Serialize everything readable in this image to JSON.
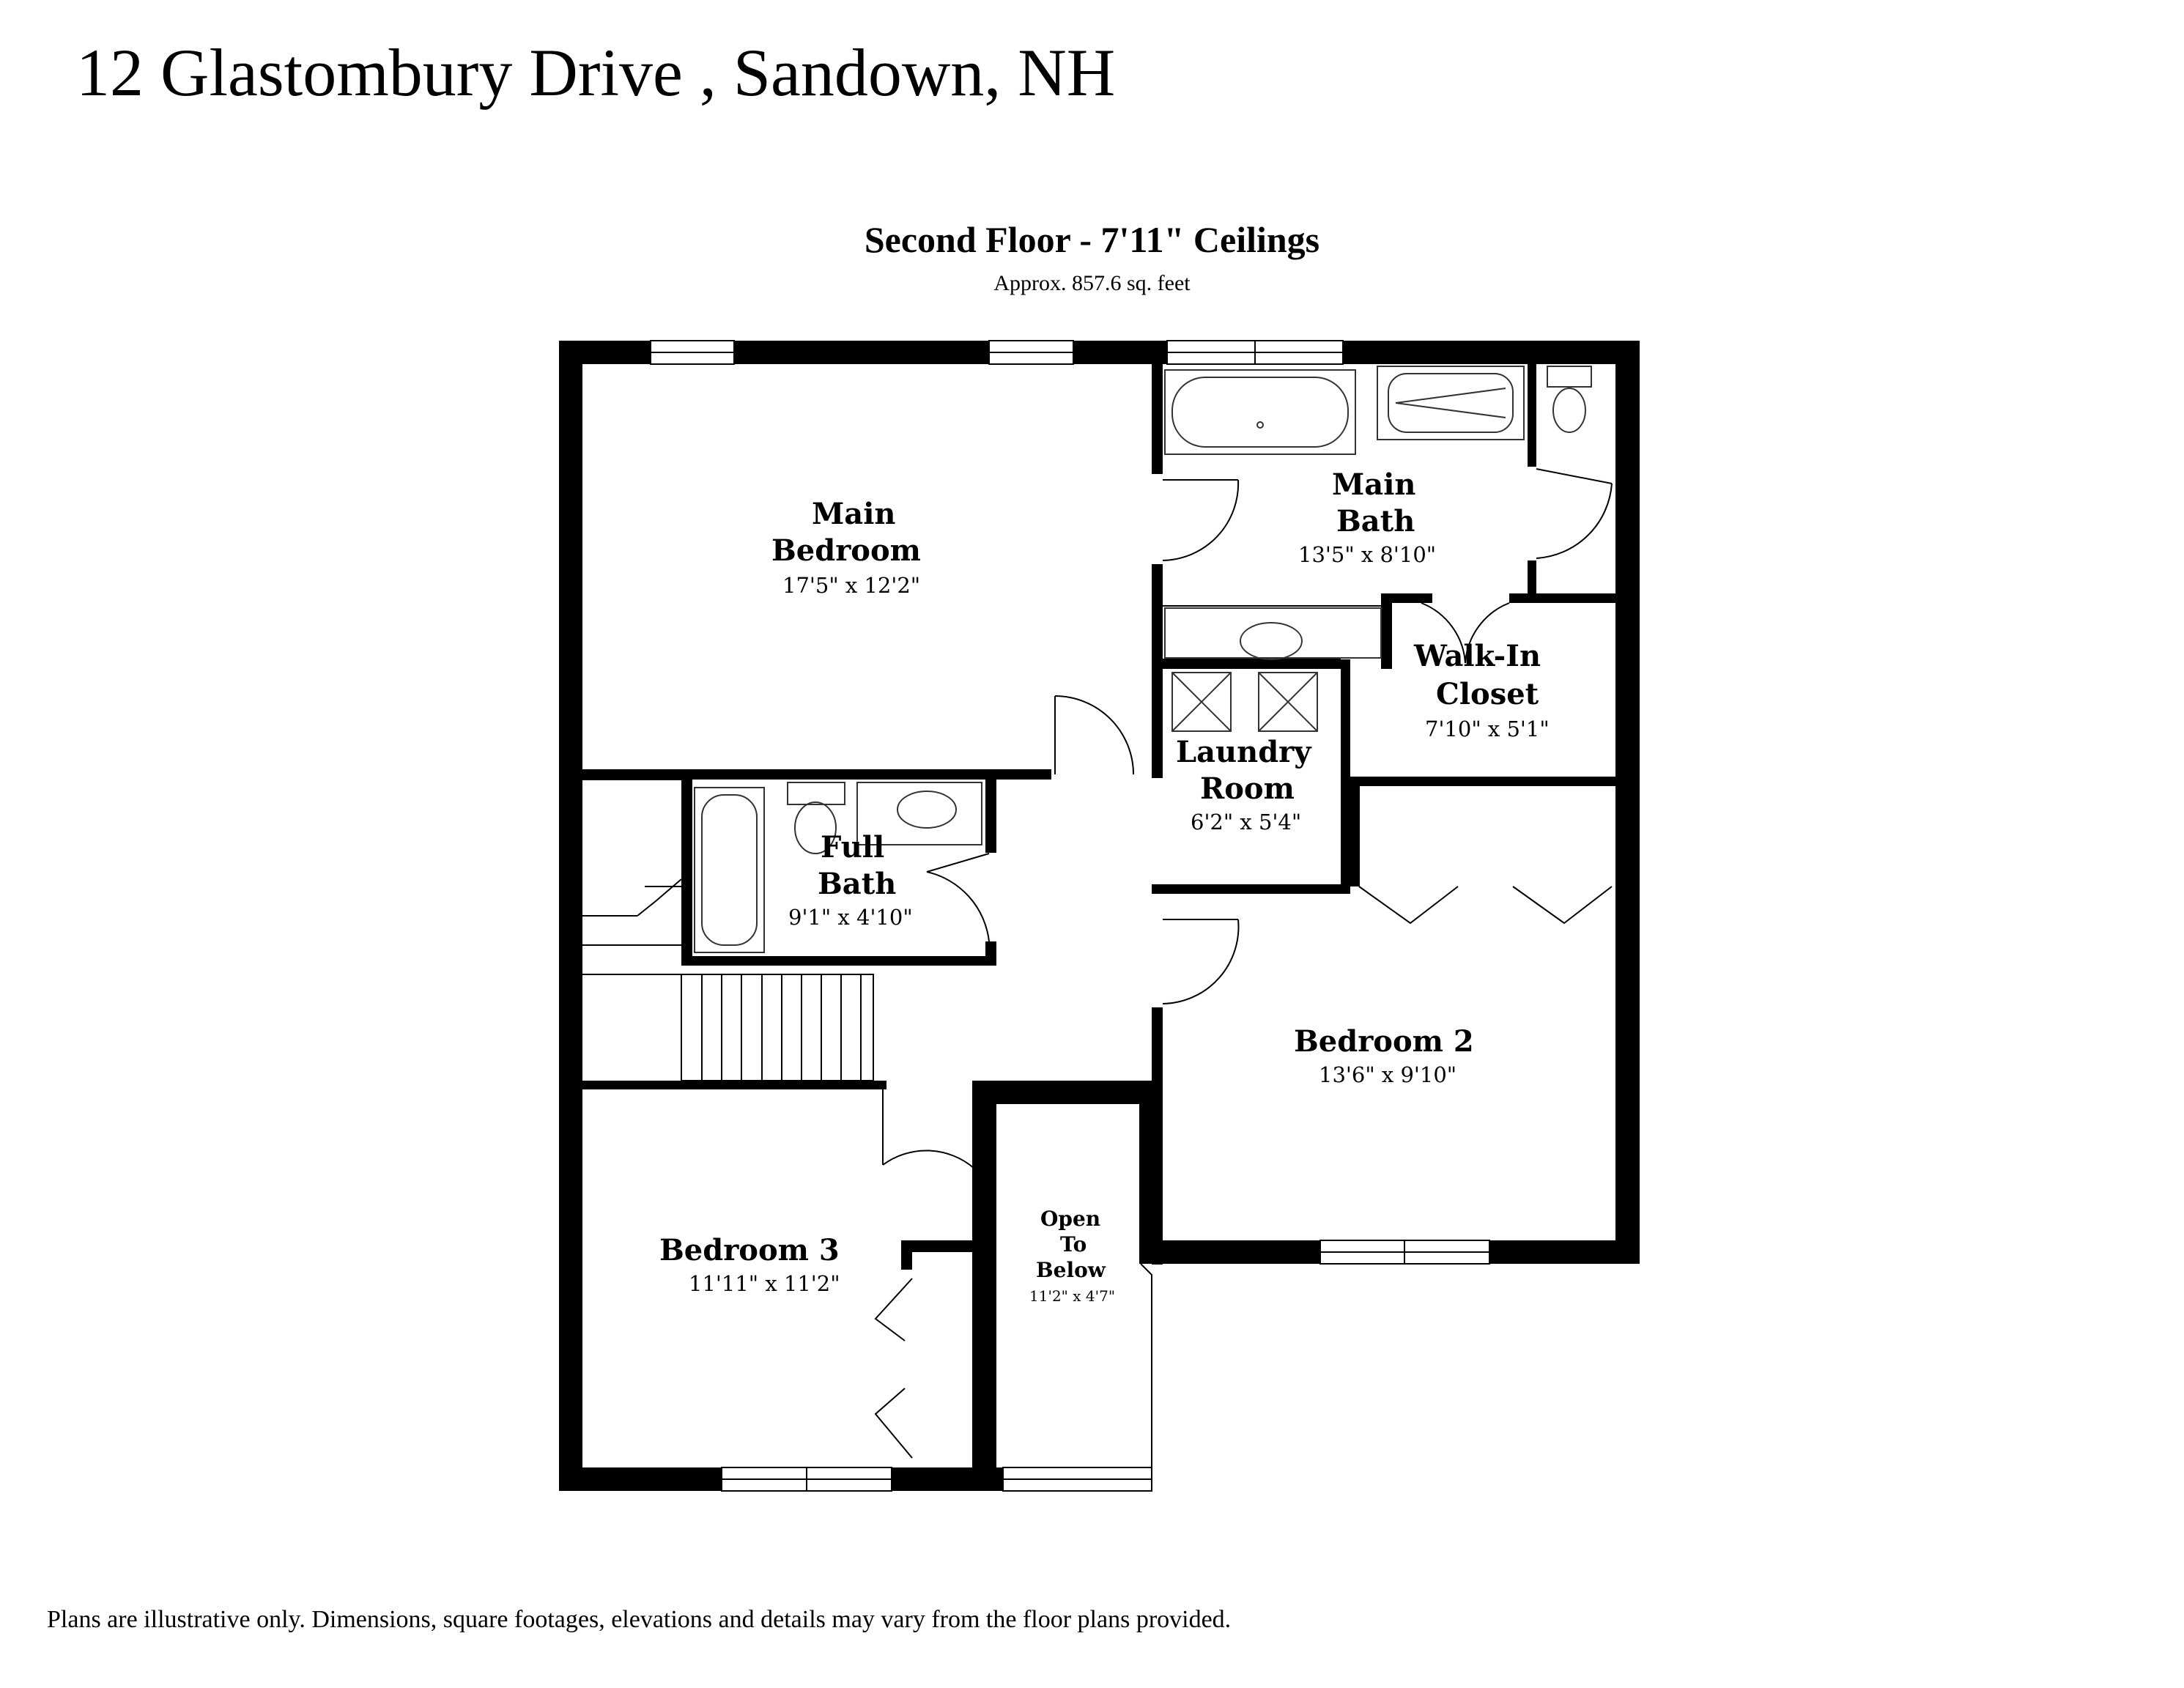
{
  "header": {
    "address": "12 Glastombury Drive , Sandown, NH",
    "floor_title": "Second Floor - 7'11\" Ceilings",
    "floor_area": "Approx. 857.6 sq. feet"
  },
  "rooms": {
    "main_bedroom": {
      "name_line1": "Main",
      "name_line2": "Bedroom",
      "dims": "17'5\" x 12'2\""
    },
    "main_bath": {
      "name_line1": "Main",
      "name_line2": "Bath",
      "dims": "13'5\" x 8'10\""
    },
    "walk_in_closet": {
      "name_line1": "Walk-In",
      "name_line2": "Closet",
      "dims": "7'10\" x 5'1\""
    },
    "laundry_room": {
      "name_line1": "Laundry",
      "name_line2": "Room",
      "dims": "6'2\" x 5'4\""
    },
    "full_bath": {
      "name_line1": "Full",
      "name_line2": "Bath",
      "dims": "9'1\" x 4'10\""
    },
    "bedroom_2": {
      "name": "Bedroom 2",
      "dims": "13'6\" x 9'10\""
    },
    "bedroom_3": {
      "name": "Bedroom 3",
      "dims": "11'11\" x 11'2\""
    },
    "open_to_below": {
      "name_line1": "Open",
      "name_line2": "To",
      "name_line3": "Below",
      "dims": "11'2\" x 4'7\""
    }
  },
  "footer": {
    "disclaimer": "Plans are illustrative only. Dimensions, square footages, elevations and details may vary from the floor plans provided."
  },
  "colors": {
    "wall": "#000000",
    "fixture": "#333333",
    "background": "#ffffff"
  }
}
